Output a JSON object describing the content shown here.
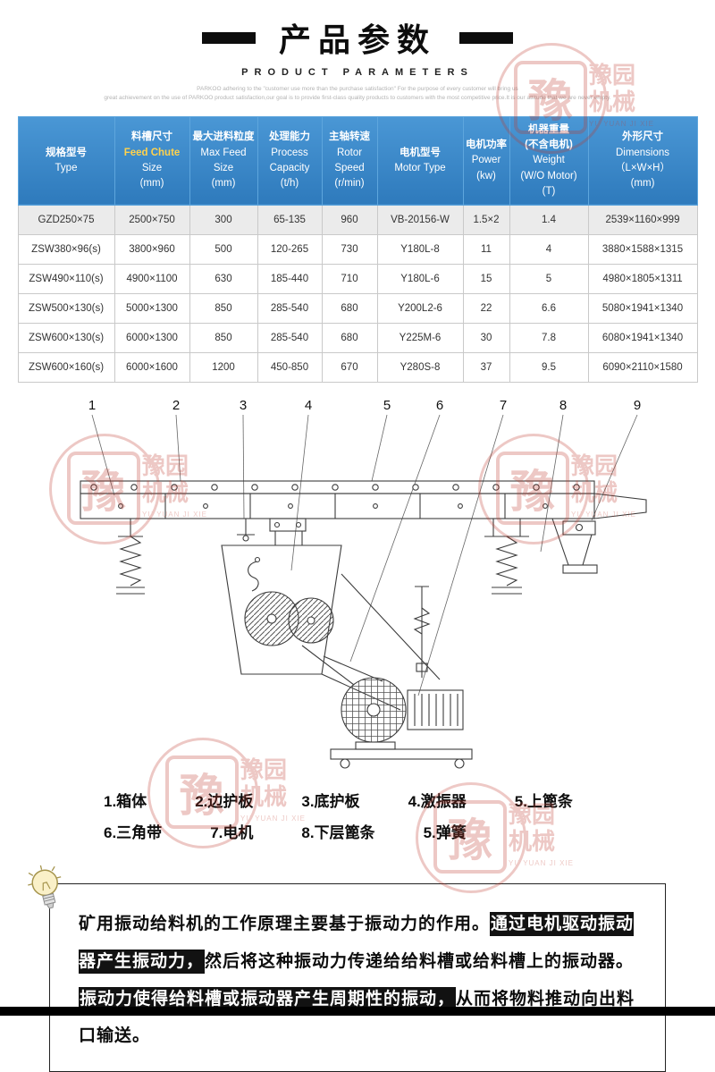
{
  "page": {
    "title": "产品参数",
    "subtitle": "PRODUCT PARAMETERS",
    "tagline1": "PARKOO adhering to the \"customer use more than the purchase satisfaction\" For the purpose of every customer will bring us",
    "tagline2": "great achievement on the use of PARKOO product satisfaction,our goal is to provide first-class quality products to customers with the most competitive price.It is our attitude that we are never empty."
  },
  "colors": {
    "header_blue": "#3a8bcd",
    "accent_orange": "#ffd24d",
    "watermark_red": "#c0392b",
    "highlight_bg": "#121212"
  },
  "table": {
    "headers": [
      {
        "lines": [
          "规格型号",
          "Type"
        ]
      },
      {
        "lines": [
          "料槽尺寸",
          "Feed Chute",
          "Size",
          "(mm)"
        ]
      },
      {
        "lines": [
          "最大进料粒度",
          "Max Feed",
          "Size",
          "(mm)"
        ]
      },
      {
        "lines": [
          "处理能力",
          "Process",
          "Capacity",
          "(t/h)"
        ]
      },
      {
        "lines": [
          "主轴转速",
          "Rotor",
          "Speed",
          "(r/min)"
        ]
      },
      {
        "lines": [
          "电机型号",
          "Motor Type"
        ]
      },
      {
        "lines": [
          "电机功率",
          "Power",
          "(kw)"
        ]
      },
      {
        "lines": [
          "机器重量",
          "(不含电机)",
          "Weight",
          "(W/O Motor)",
          "(T)"
        ]
      },
      {
        "lines": [
          "外形尺寸",
          "Dimensions",
          "（L×W×H）",
          "(mm)"
        ]
      }
    ],
    "rows": [
      [
        "GZD250×75",
        "2500×750",
        "300",
        "65-135",
        "960",
        "VB-20156-W",
        "1.5×2",
        "1.4",
        "2539×1160×999"
      ],
      [
        "ZSW380×96(s)",
        "3800×960",
        "500",
        "120-265",
        "730",
        "Y180L-8",
        "11",
        "4",
        "3880×1588×1315"
      ],
      [
        "ZSW490×110(s)",
        "4900×1100",
        "630",
        "185-440",
        "710",
        "Y180L-6",
        "15",
        "5",
        "4980×1805×1311"
      ],
      [
        "ZSW500×130(s)",
        "5000×1300",
        "850",
        "285-540",
        "680",
        "Y200L2-6",
        "22",
        "6.6",
        "5080×1941×1340"
      ],
      [
        "ZSW600×130(s)",
        "6000×1300",
        "850",
        "285-540",
        "680",
        "Y225M-6",
        "30",
        "7.8",
        "6080×1941×1340"
      ],
      [
        "ZSW600×160(s)",
        "6000×1600",
        "1200",
        "450-850",
        "670",
        "Y280S-8",
        "37",
        "9.5",
        "6090×2110×1580"
      ]
    ]
  },
  "diagram": {
    "callouts": [
      "1",
      "2",
      "3",
      "4",
      "5",
      "6",
      "7",
      "8",
      "9"
    ]
  },
  "legend": {
    "row1": [
      "1.箱体",
      "2.边护板",
      "3.底护板",
      "4.激振器",
      "5.上篦条"
    ],
    "row2": [
      "6.三角带",
      "7.电机",
      "8.下层篦条",
      "5.弹簧"
    ]
  },
  "infobox": {
    "segments": [
      {
        "text": "矿用振动给料机的工作原理主要基于振动力的作用。",
        "highlight": false
      },
      {
        "text": "通过电机驱动振动器产生振动力，",
        "highlight": true
      },
      {
        "text": "然后将这种振动力传递给给料槽或给料槽上的振动器。",
        "highlight": false
      },
      {
        "text": "振动力使得给料槽或振动器产生周期性的振动，",
        "highlight": true
      },
      {
        "text": "从而将物料推动向出料口输送。",
        "highlight": false
      }
    ]
  },
  "watermark": {
    "seal": "豫",
    "name": "豫园机械",
    "latin": "YU YUAN JI XIE"
  }
}
